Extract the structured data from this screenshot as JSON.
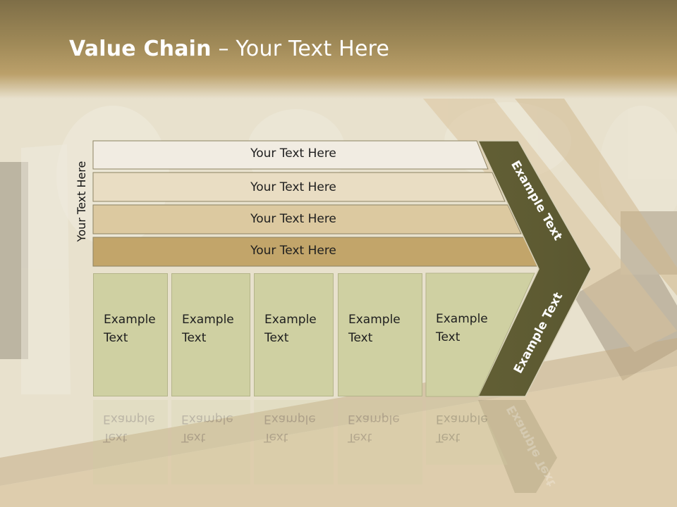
{
  "title": {
    "bold": "Value Chain",
    "rest": " – Your Text Here"
  },
  "side_label": "Your Text Here",
  "rows": [
    "Your Text Here",
    "Your Text Here",
    "Your Text Here",
    "Your Text Here"
  ],
  "boxes": [
    {
      "line1": "Example",
      "line2": "Text"
    },
    {
      "line1": "Example",
      "line2": "Text"
    },
    {
      "line1": "Example",
      "line2": "Text"
    },
    {
      "line1": "Example",
      "line2": "Text"
    },
    {
      "line1": "Example",
      "line2": "Text"
    }
  ],
  "chevron": {
    "upper": "Example Text",
    "lower": "Example Text"
  },
  "colors": {
    "row1": "#f1ece2",
    "row2": "#e9ddc3",
    "row3": "#dcc9a0",
    "row4": "#c2a56a",
    "box": "#cfd0a2",
    "chevron": "#625f35",
    "title_band": "#a08a58"
  }
}
